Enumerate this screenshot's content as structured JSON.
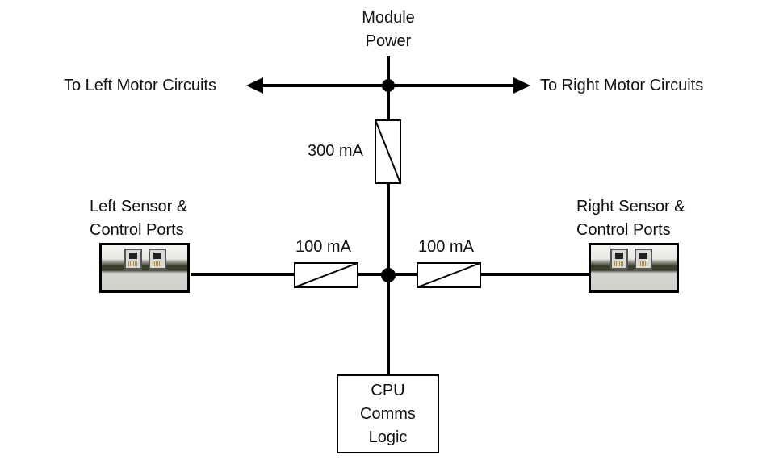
{
  "diagram": {
    "type": "power distribution block diagram",
    "stroke_color": "#000000",
    "background_color": "#ffffff"
  },
  "labels": {
    "module_power": [
      "Module",
      "Power"
    ],
    "left_motor": "To Left Motor Circuits",
    "right_motor": "To Right Motor Circuits",
    "left_ports": [
      "Left Sensor &",
      "Control Ports"
    ],
    "right_ports": [
      "Right Sensor &",
      "Control Ports"
    ],
    "cpu": [
      "CPU",
      "Comms",
      "Logic"
    ]
  },
  "fuses": {
    "main": "300 mA",
    "left": "100 mA",
    "right": "100 mA"
  },
  "nodes": [
    {
      "name": "top-junction",
      "connects": [
        "Module Power",
        "To Left Motor Circuits",
        "To Right Motor Circuits",
        "300 mA fuse"
      ]
    },
    {
      "name": "middle-junction",
      "connects": [
        "300 mA fuse",
        "left 100 mA fuse",
        "right 100 mA fuse",
        "CPU Comms Logic"
      ]
    }
  ]
}
